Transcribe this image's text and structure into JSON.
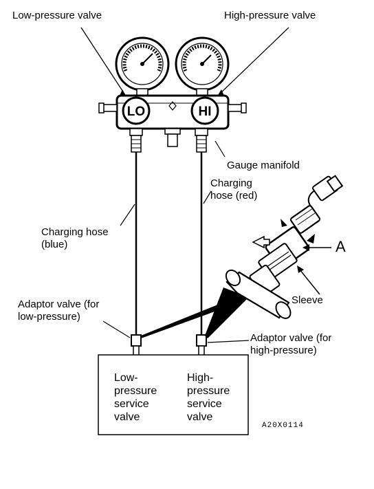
{
  "labels": {
    "low_pressure_valve": "Low-pressure valve",
    "high_pressure_valve": "High-pressure valve",
    "gauge_manifold": "Gauge manifold",
    "charging_hose_red_1": "Charging",
    "charging_hose_red_2": "hose (red)",
    "charging_hose_blue_1": "Charging hose",
    "charging_hose_blue_2": "(blue)",
    "callout_a": "A",
    "sleeve": "Sleeve",
    "adaptor_low_1": "Adaptor valve (for",
    "adaptor_low_2": "low-pressure)",
    "adaptor_high_1": "Adaptor valve (for",
    "adaptor_high_2": "high-pressure)",
    "lo_gauge": "LO",
    "hi_gauge": "HI"
  },
  "service_box": {
    "low_lines": [
      "Low-",
      "pressure",
      "service",
      "valve"
    ],
    "high_lines": [
      "High-",
      "pressure",
      "service",
      "valve"
    ]
  },
  "figure_code": "A20X0114"
}
